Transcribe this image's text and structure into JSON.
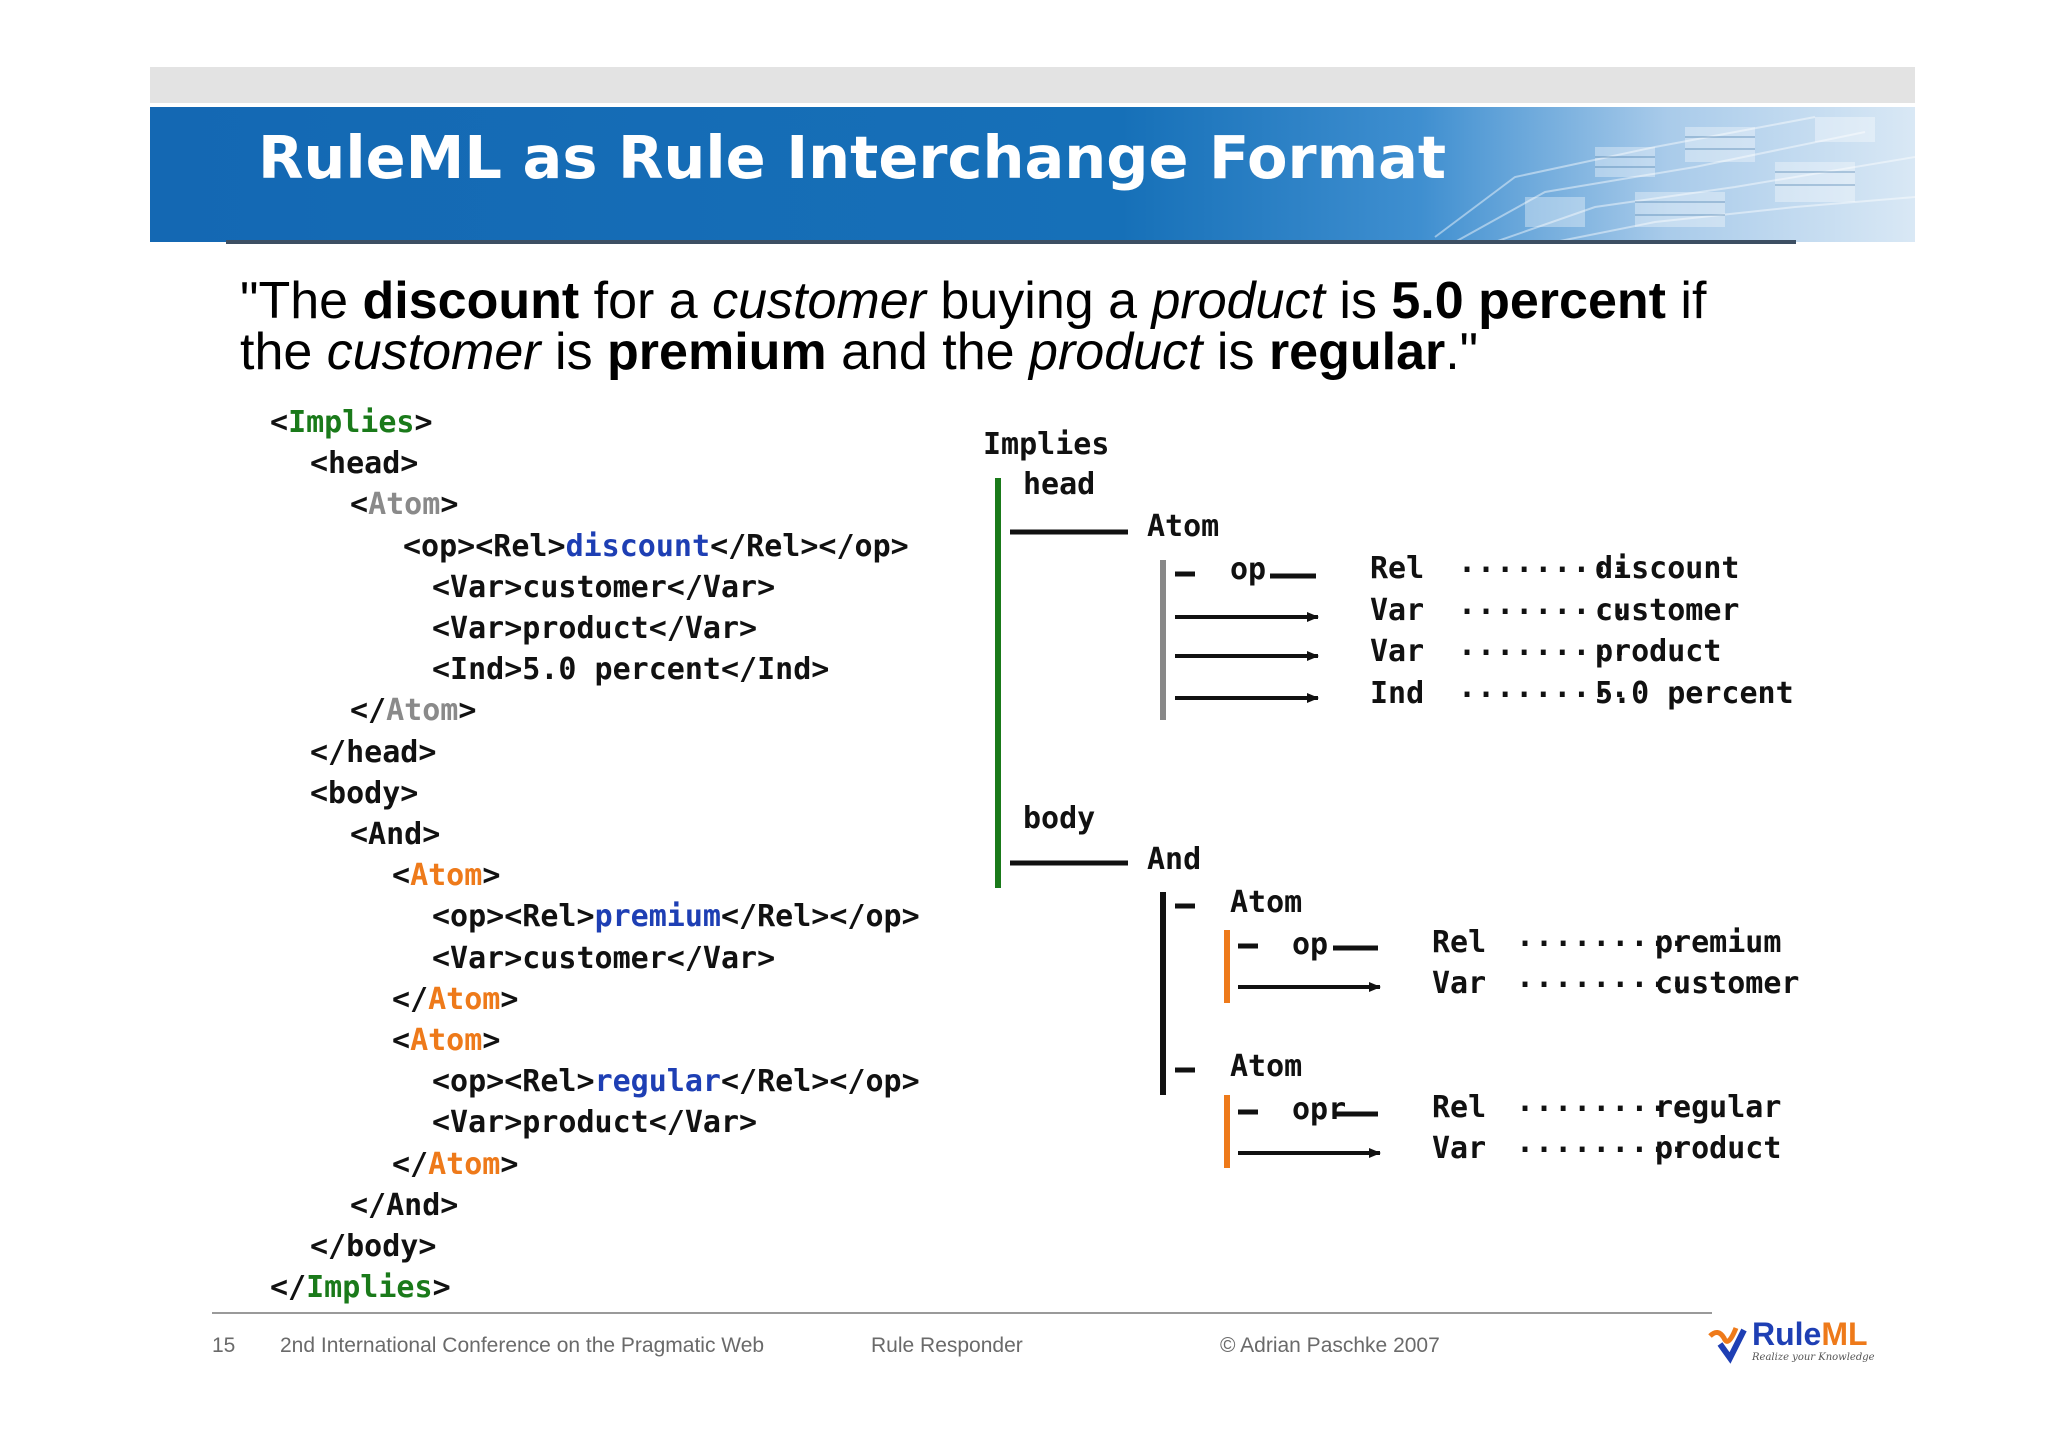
{
  "slide": {
    "title": "RuleML as Rule Interchange Format",
    "quote": {
      "line1": [
        {
          "text": "\"The ",
          "style": "normal"
        },
        {
          "text": "discount",
          "style": "bold"
        },
        {
          "text": " for a ",
          "style": "normal"
        },
        {
          "text": "customer",
          "style": "italic"
        },
        {
          "text": " buying a ",
          "style": "normal"
        },
        {
          "text": "product",
          "style": "italic"
        },
        {
          "text": " is ",
          "style": "normal"
        },
        {
          "text": "5.0 percent",
          "style": "bold"
        },
        {
          "text": " if",
          "style": "normal"
        }
      ],
      "line2": [
        {
          "text": "the ",
          "style": "normal"
        },
        {
          "text": "customer",
          "style": "italic"
        },
        {
          "text": " is ",
          "style": "normal"
        },
        {
          "text": "premium",
          "style": "bold"
        },
        {
          "text": " and the ",
          "style": "normal"
        },
        {
          "text": "product",
          "style": "italic"
        },
        {
          "text": " is ",
          "style": "normal"
        },
        {
          "text": "regular",
          "style": "bold"
        },
        {
          "text": ".\"",
          "style": "normal"
        }
      ]
    },
    "xml_lines": [
      [
        {
          "t": "<"
        },
        {
          "t": "Implies",
          "c": "g"
        },
        {
          "t": ">"
        }
      ],
      [
        {
          "t": "<head>"
        }
      ],
      [
        {
          "t": "<"
        },
        {
          "t": "Atom",
          "c": "gr"
        },
        {
          "t": ">"
        }
      ],
      [
        {
          "t": "<op><Rel>"
        },
        {
          "t": "discount",
          "c": "b"
        },
        {
          "t": "</Rel></op>"
        }
      ],
      [
        {
          "t": "<Var>customer</Var>"
        }
      ],
      [
        {
          "t": "<Var>product</Var>"
        }
      ],
      [
        {
          "t": "<Ind>5.0 percent</Ind>"
        }
      ],
      [
        {
          "t": "</"
        },
        {
          "t": "Atom",
          "c": "gr"
        },
        {
          "t": ">"
        }
      ],
      [
        {
          "t": "</head>"
        }
      ],
      [
        {
          "t": "<body>"
        }
      ],
      [
        {
          "t": "<And>"
        }
      ],
      [
        {
          "t": "<"
        },
        {
          "t": "Atom",
          "c": "o"
        },
        {
          "t": ">"
        }
      ],
      [
        {
          "t": "<op><Rel>"
        },
        {
          "t": "premium",
          "c": "b"
        },
        {
          "t": "</Rel></op>"
        }
      ],
      [
        {
          "t": "<Var>customer</Var>"
        }
      ],
      [
        {
          "t": "</"
        },
        {
          "t": "Atom",
          "c": "o"
        },
        {
          "t": ">"
        }
      ],
      [
        {
          "t": "<"
        },
        {
          "t": "Atom",
          "c": "o"
        },
        {
          "t": ">"
        }
      ],
      [
        {
          "t": "<op><Rel>"
        },
        {
          "t": "regular",
          "c": "b"
        },
        {
          "t": "</Rel></op>"
        }
      ],
      [
        {
          "t": "<Var>product</Var>"
        }
      ],
      [
        {
          "t": "</"
        },
        {
          "t": "Atom",
          "c": "o"
        },
        {
          "t": ">"
        }
      ],
      [
        {
          "t": "</And>"
        }
      ],
      [
        {
          "t": "</body>"
        }
      ],
      [
        {
          "t": "</"
        },
        {
          "t": "Implies",
          "c": "g"
        },
        {
          "t": ">"
        }
      ]
    ],
    "tree": {
      "implies": "Implies",
      "head": "head",
      "head_atom": "Atom",
      "head_op": "op",
      "head_rows": [
        {
          "role": "Rel",
          "dots": ".........",
          "value": "discount",
          "value_color": "b"
        },
        {
          "role": "Var",
          "dots": ".........",
          "value": "customer"
        },
        {
          "role": "Var",
          "dots": ".........",
          "value": "product"
        },
        {
          "role": "Ind",
          "dots": ".........",
          "value": "5.0 percent"
        }
      ],
      "body": "body",
      "and": "And",
      "atom1": "Atom",
      "atom1_op": "op",
      "atom1_rows": [
        {
          "role": "Rel",
          "dots": ".........",
          "value": "premium",
          "value_color": "b"
        },
        {
          "role": "Var",
          "dots": ".........",
          "value": "customer"
        }
      ],
      "atom2": "Atom",
      "atom2_op": "opr",
      "atom2_rows": [
        {
          "role": "Rel",
          "dots": ".........",
          "value": "regular",
          "value_color": "b"
        },
        {
          "role": "Var",
          "dots": ".........",
          "value": "product"
        }
      ]
    },
    "footer": {
      "page_number": "15",
      "conference": "2nd International Conference on the Pragmatic Web",
      "topic": "Rule Responder",
      "copyright": "© Adrian Paschke 2007"
    },
    "logo": {
      "name_part1": "Rule",
      "name_part2": "ML",
      "tagline": "Realize your Knowledge",
      "icon": "ruleml-logo-icon"
    },
    "colors": {
      "banner_blue": "#1468b3",
      "green": "#1a7a1a",
      "gray": "#8a8a8a",
      "orange": "#ee7a1a",
      "blue": "#1e3fb4"
    }
  }
}
